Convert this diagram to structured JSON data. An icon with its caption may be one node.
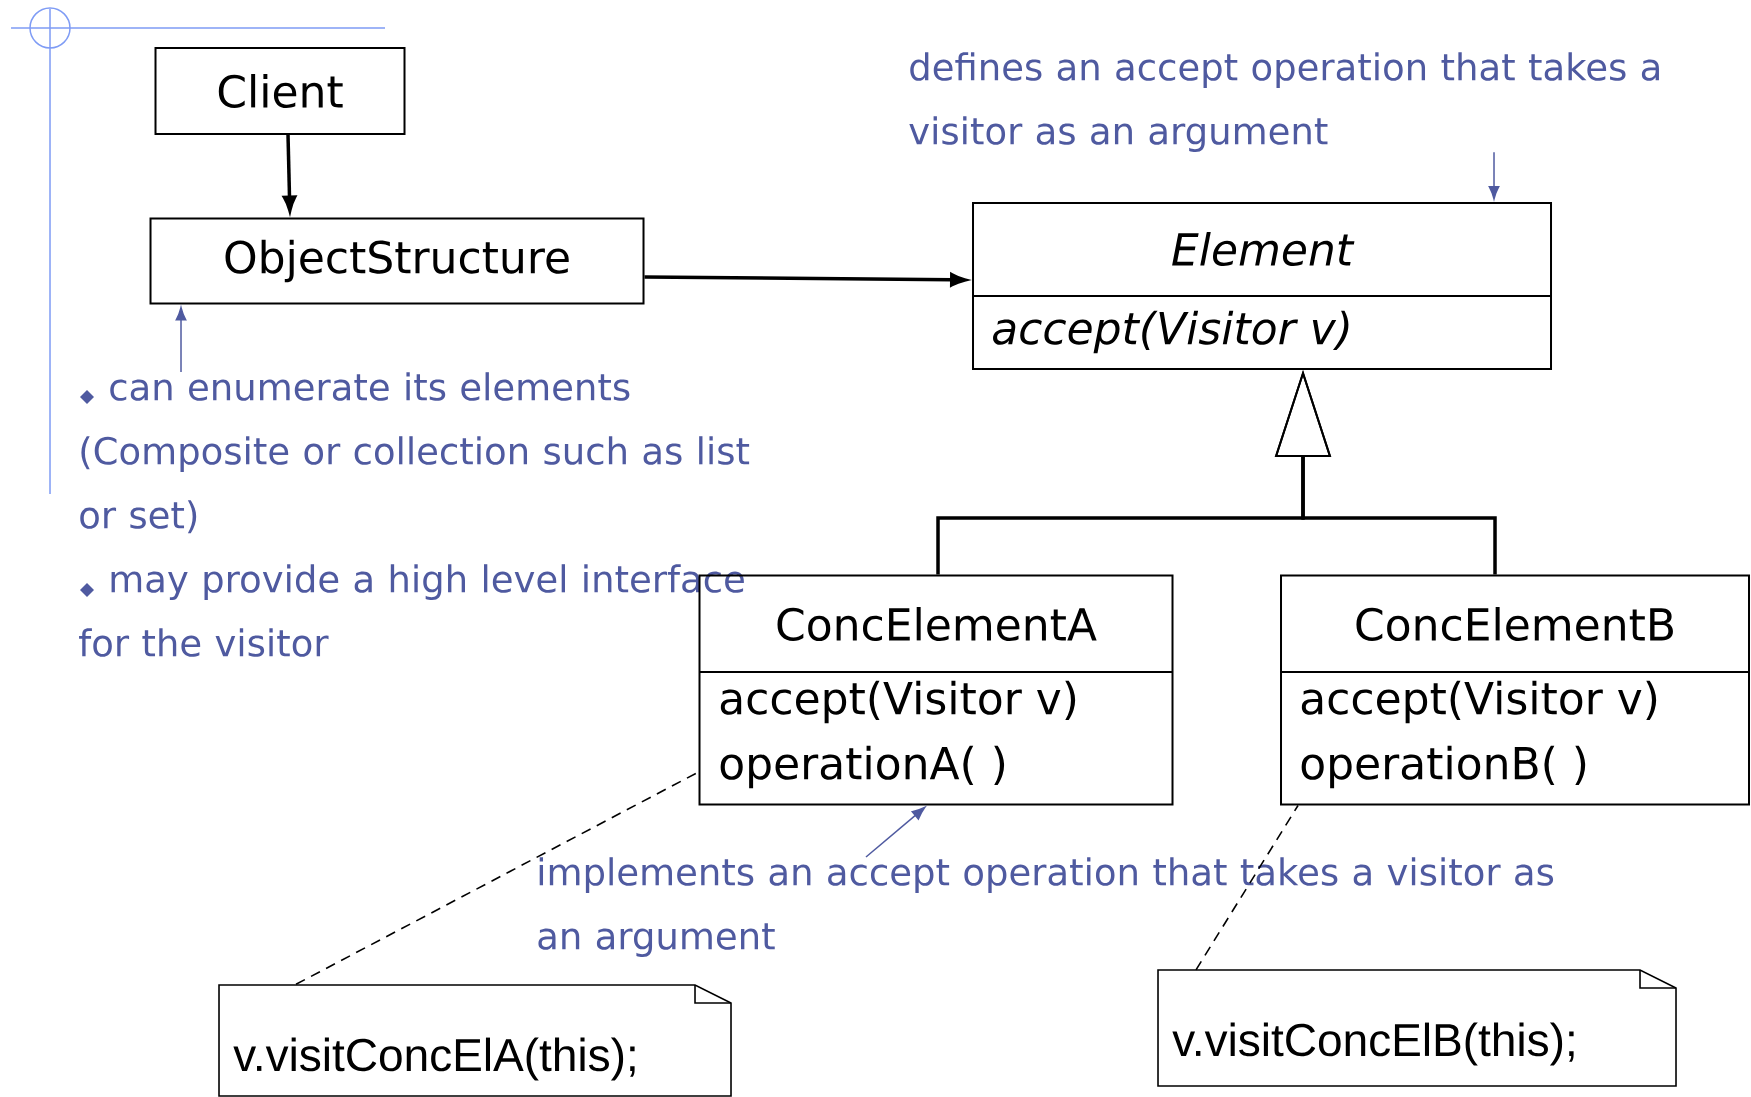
{
  "diagram": {
    "nodes": [
      {
        "text": [
          "defines an accept operation that takes a visitor as an argument"
        ]
      },
      {
        "text": [
          "Client"
        ]
      },
      {
        "text": [
          "ObjectStructure"
        ]
      },
      {
        "text": [
          "Element",
          "accept(Visitor v)"
        ]
      },
      {
        "text": [
          "can enumerate its elements (Composite or collection such as list or set)",
          "may provide a high level interface for the visitor"
        ]
      },
      {
        "text": [
          "ConcElementA",
          "accept(Visitor v)",
          "operationA( )"
        ]
      },
      {
        "text": [
          "ConcElementB",
          "accept(Visitor v)",
          "operationB( )"
        ]
      },
      {
        "text": [
          "implements an accept operation that takes a visitor as an argument"
        ]
      },
      {
        "text": [
          "v.visitConcElA(this);"
        ]
      },
      {
        "text": [
          "v.visitConcElB(this);"
        ]
      }
    ],
    "edges": [
      {
        "from": 1,
        "to": 2,
        "arrow": "to"
      },
      {
        "from": 2,
        "to": 3,
        "arrow": "to"
      },
      {
        "from": 5,
        "to": 3,
        "arrow": "to"
      },
      {
        "from": 6,
        "to": 3,
        "arrow": "to"
      },
      {
        "from": 8,
        "to": 5,
        "arrow": "none",
        "style": "dashed"
      },
      {
        "from": 9,
        "to": 6,
        "arrow": "none",
        "style": "dashed"
      },
      {
        "from": 0,
        "to": 3,
        "arrow": "to",
        "color": "#4f5aa0"
      },
      {
        "from": 4,
        "to": 2,
        "arrow": "to",
        "color": "#4f5aa0"
      },
      {
        "from": 7,
        "to": 5,
        "arrow": "to",
        "color": "#4f5aa0"
      }
    ]
  }
}
